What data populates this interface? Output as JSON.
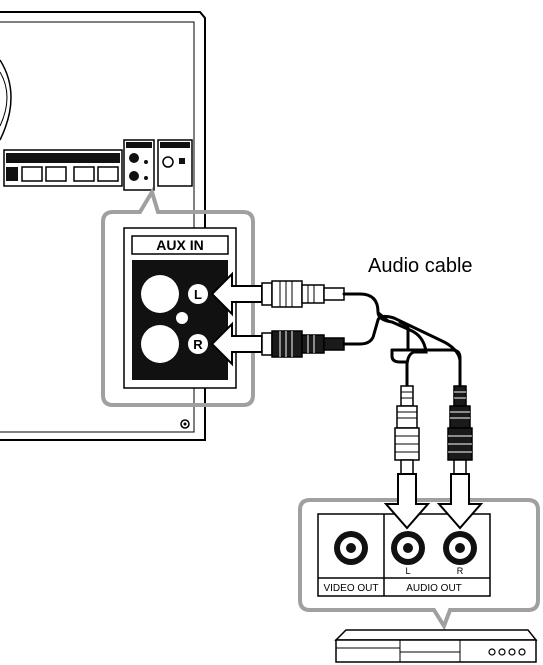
{
  "labels": {
    "aux_in": "AUX IN",
    "jack_left": "L",
    "jack_right": "R",
    "audio_cable": "Audio cable",
    "video_out": "VIDEO OUT",
    "audio_out": "AUDIO OUT",
    "player_left": "L",
    "player_right": "R"
  },
  "colors": {
    "line": "#000000",
    "callout_gray": "#a0a0a0",
    "white_plug": "#ffffff",
    "red_plug": "#1a1a1a",
    "background": "#ffffff"
  }
}
